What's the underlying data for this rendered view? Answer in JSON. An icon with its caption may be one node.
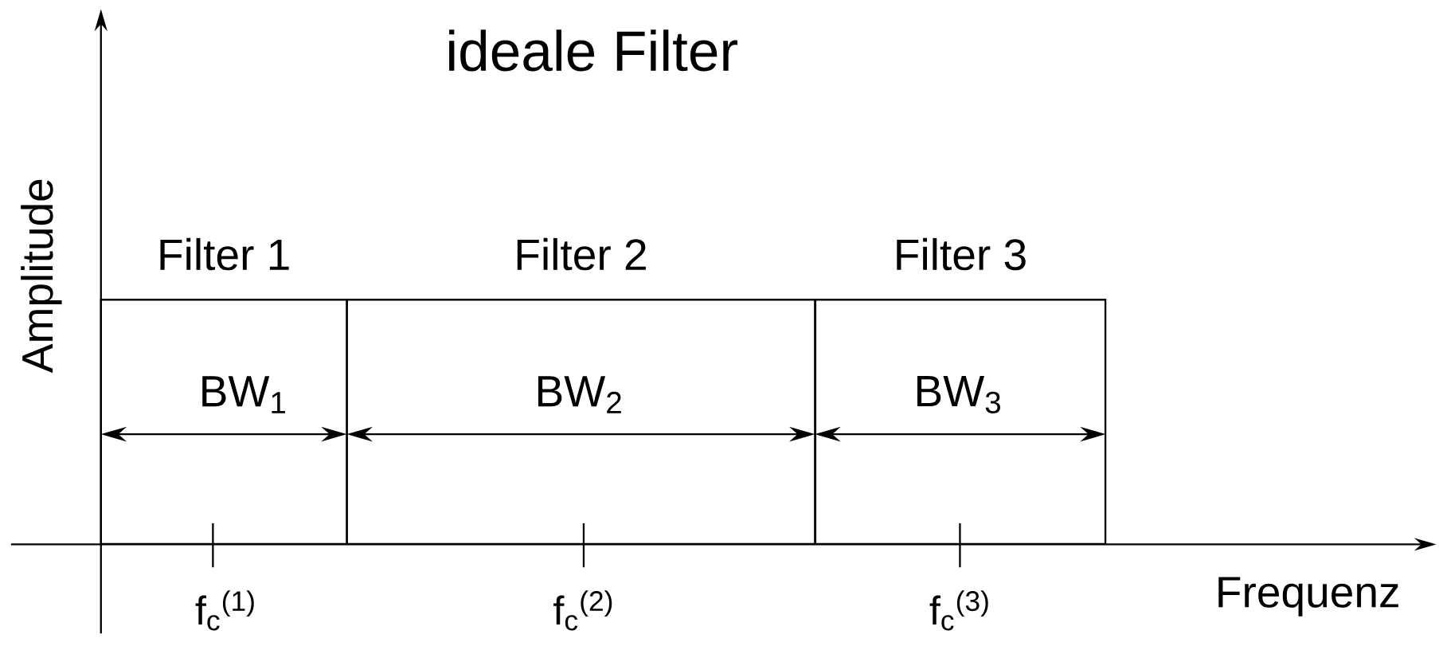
{
  "diagram": {
    "title": "ideale Filter",
    "nodes": [
      {
        "text": [
          "Filter 1"
        ]
      },
      {
        "text": [
          "Filter 2"
        ]
      },
      {
        "text": [
          "Filter 3"
        ]
      }
    ],
    "labels": [
      "Amplitude",
      "BW$_{1}$",
      "BW$_{2}$",
      "BW$_{3}$",
      "f$_{c}$$^{(1)}$",
      "f$_{c}$$^{(2)}$",
      "f$_{c}$$^{(3)}$",
      "Frequenz"
    ]
  }
}
